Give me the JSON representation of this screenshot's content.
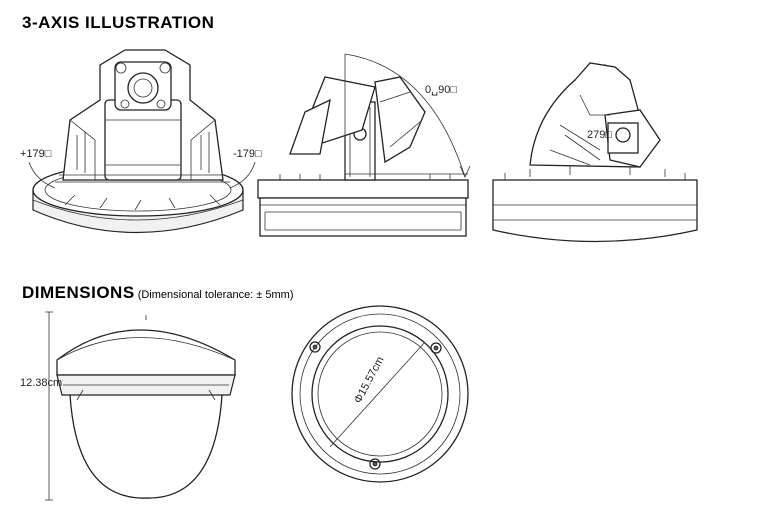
{
  "sections": {
    "axis": {
      "title": "3-AXIS ILLUSTRATION"
    },
    "dimensions": {
      "title": "DIMENSIONS",
      "note": "(Dimensional tolerance: ± 5mm)"
    }
  },
  "labels": {
    "pan_plus": "+179□",
    "pan_minus": "-179□",
    "tilt": "0␣90□",
    "rotate": "279□",
    "height": "12.38cm",
    "diameter": "Φ15.57cm"
  }
}
